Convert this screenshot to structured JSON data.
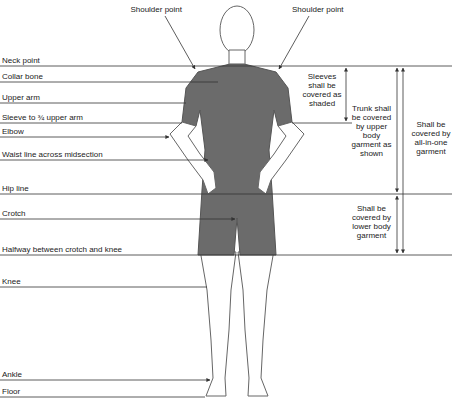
{
  "diagram": {
    "labels": [
      "Shoulder point",
      "Shoulder point",
      "Neck point",
      "Collar bone",
      "Upper arm",
      "Sleeve to ¾ upper arm",
      "Elbow",
      "Waist line across midsection",
      "Hip line",
      "Crotch",
      "Halfway between crotch and knee",
      "Knee",
      "Ankle",
      "Floor",
      "Sleeves shall be covered as shaded",
      "Trunk shall be covered by upper body garment as shown",
      "Shall be covered by all-in-one garment",
      "Shall be covered by lower body garment"
    ]
  }
}
